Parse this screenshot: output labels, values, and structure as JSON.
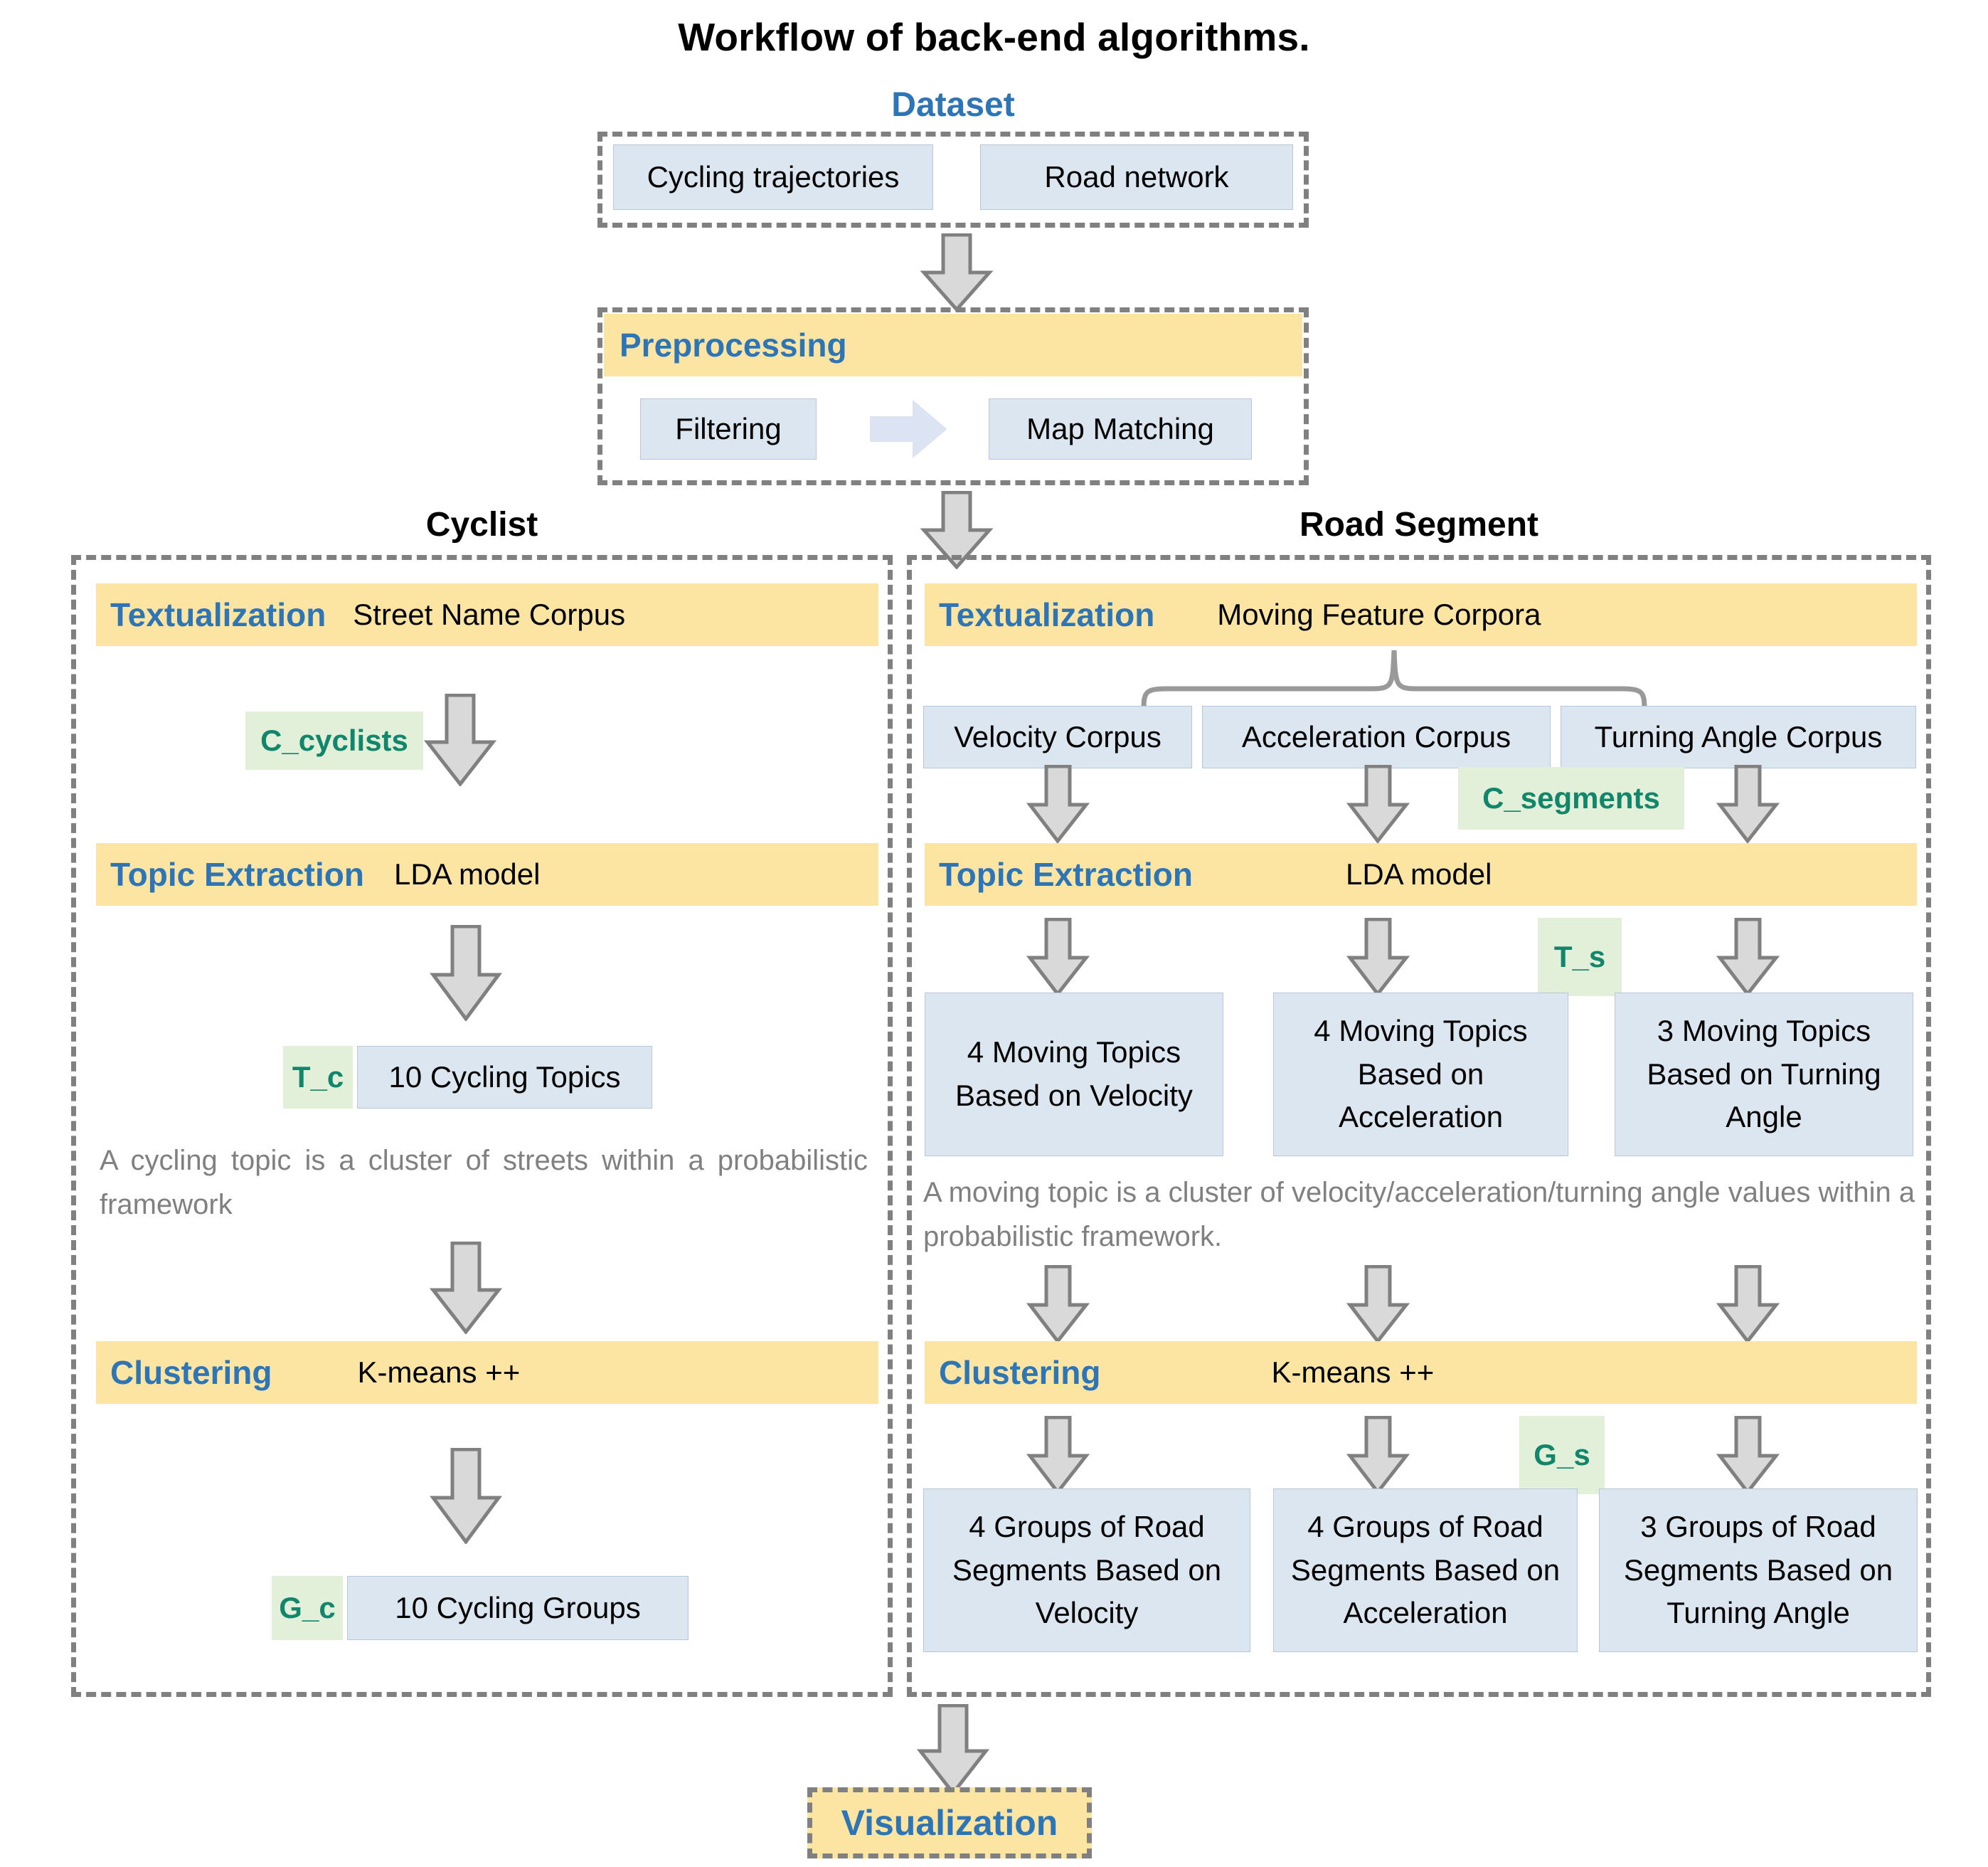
{
  "figure": {
    "title": "Workflow of back-end algorithms."
  },
  "dataset": {
    "title": "Dataset",
    "items": [
      {
        "label": "Cycling trajectories"
      },
      {
        "label": "Road network"
      }
    ]
  },
  "preprocessing": {
    "label": "Preprocessing",
    "steps": [
      {
        "label": "Filtering"
      },
      {
        "label": "Map Matching"
      }
    ]
  },
  "cyclist": {
    "title": "Cyclist",
    "textualization": {
      "label": "Textualization",
      "value": "Street Name Corpus"
    },
    "corpus_badge": "C_cyclists",
    "topic_extraction": {
      "label": "Topic Extraction",
      "value": "LDA model"
    },
    "topic_badge": "T_c",
    "topic_result": "10 Cycling Topics",
    "note": "A cycling topic is a cluster of streets within a probabilistic framework",
    "clustering": {
      "label": "Clustering",
      "value": "K-means ++"
    },
    "group_badge": "G_c",
    "group_result": "10 Cycling Groups"
  },
  "road_segment": {
    "title": "Road Segment",
    "textualization": {
      "label": "Textualization",
      "value": "Moving Feature Corpora"
    },
    "corpora": [
      {
        "label": "Velocity Corpus"
      },
      {
        "label": "Acceleration Corpus"
      },
      {
        "label": "Turning Angle Corpus"
      }
    ],
    "corpus_badge": "C_segments",
    "topic_extraction": {
      "label": "Topic Extraction",
      "value": "LDA model"
    },
    "topic_badge": "T_s",
    "topic_results": [
      {
        "label": "4 Moving Topics Based on Velocity"
      },
      {
        "label": "4 Moving Topics Based on Acceleration"
      },
      {
        "label": "3 Moving Topics Based on Turning Angle"
      }
    ],
    "note": "A moving topic is a cluster of velocity/acceleration/turning angle values within a probabilistic framework.",
    "clustering": {
      "label": "Clustering",
      "value": "K-means ++"
    },
    "group_badge": "G_s",
    "group_results": [
      {
        "label": "4 Groups of Road Segments Based on Velocity"
      },
      {
        "label": "4 Groups of Road Segments Based on Acceleration"
      },
      {
        "label": "3 Groups of Road Segments Based on Turning Angle"
      }
    ]
  },
  "visualization": {
    "label": "Visualization"
  },
  "colors": {
    "accent_blue": "#2E75B6",
    "panel_yellow": "#FCE5A3",
    "box_blue": "#DCE6F1",
    "badge_green_bg": "#E2EFD9",
    "badge_green_text": "#12866A",
    "arrow_gray": "#D9D9D9",
    "border_gray": "#808080",
    "note_gray": "#808080"
  },
  "icons": {
    "down_arrow": "down-arrow-icon",
    "right_arrow": "right-arrow-icon",
    "brace": "curly-brace-icon"
  }
}
